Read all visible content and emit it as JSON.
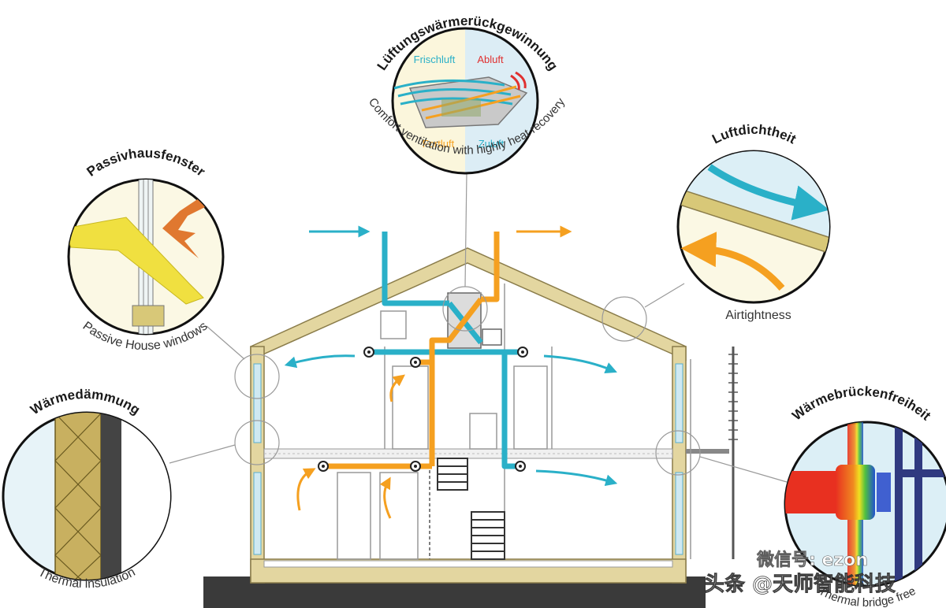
{
  "colors": {
    "fresh_air": "#2ab0c8",
    "exhaust_air": "#f5a020",
    "exhaust_label": "#e03030",
    "insulation": "#e3d6a0",
    "wall_outline": "#8a7c4a",
    "window_glass": "#cfe9f2",
    "ground": "#3a3a3a"
  },
  "callouts": {
    "ventilation": {
      "title": "Lüftungswärmerückgewinnung",
      "subtitle": "Comfort ventilation with highly heat recovery",
      "frischluft": "Frischluft",
      "abluft": "Abluft",
      "fortluft": "Fortluft",
      "zuluft": "Zuluft"
    },
    "windows": {
      "title": "Passivhausfenster",
      "subtitle": "Passive House windows"
    },
    "airtight": {
      "title": "Luftdichtheit",
      "subtitle": "Airtightness"
    },
    "insulation": {
      "title": "Wärmedämmung",
      "subtitle": "Thermal insulation"
    },
    "thermal_bridge": {
      "title": "Wärmebrückenfreiheit",
      "subtitle": "Thermal bridge free"
    }
  },
  "watermark": {
    "line1": "微信号: ezon",
    "line2": "头条 @天师智能科技"
  }
}
